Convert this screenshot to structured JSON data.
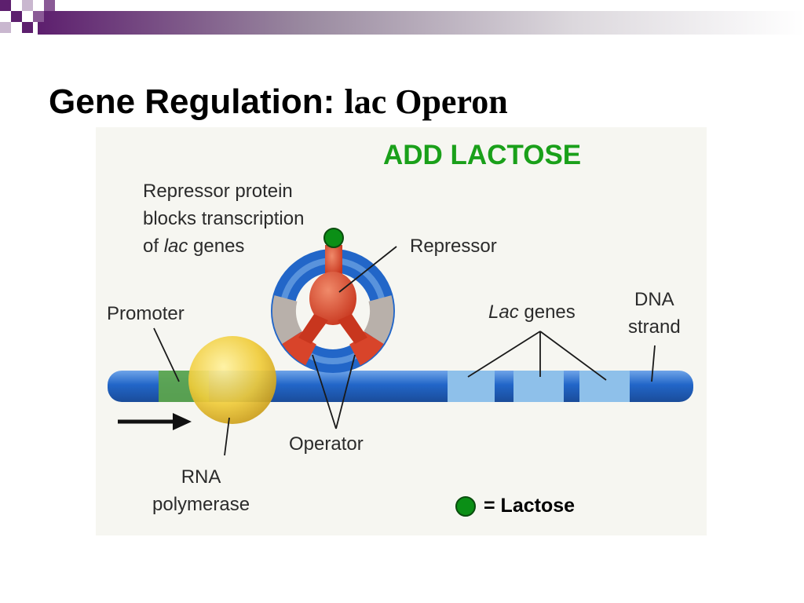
{
  "slide": {
    "title_part1": "Gene Regulation: ",
    "title_part2": "lac Operon",
    "add_lactose": "ADD LACTOSE"
  },
  "labels": {
    "repressor_note_line1": "Repressor protein",
    "repressor_note_line2": "blocks transcription",
    "repressor_note_line3_prefix": "of ",
    "repressor_note_line3_italic": "lac",
    "repressor_note_line3_suffix": " genes",
    "repressor": "Repressor",
    "promoter": "Promoter",
    "lac_genes_italic": "Lac",
    "lac_genes_suffix": " genes",
    "dna_line1": "DNA",
    "dna_line2": "strand",
    "operator": "Operator",
    "rna_line1": "RNA",
    "rna_line2": "polymerase"
  },
  "legend": {
    "text": "= Lactose",
    "color": "#0b8f16"
  },
  "colors": {
    "accent_purple": "#6b2a78",
    "dna_blue": "#2266c8",
    "repressor_red": "#d8442a",
    "polymerase_yellow": "#f0cc3a",
    "promoter_green": "#5fa848",
    "title_green": "#1aa01a"
  }
}
